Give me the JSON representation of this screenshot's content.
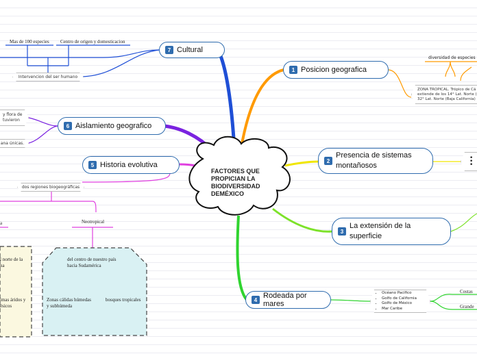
{
  "center": {
    "title": "FACTORES QUE PROPICIAN LA BIODIVERSIDAD DEMÉXICO"
  },
  "topics": [
    {
      "num": "1",
      "label": "Posicion geografica"
    },
    {
      "num": "2",
      "label": "Presencia de sistemas montañosos"
    },
    {
      "num": "3",
      "label": "La extensión de la superficie"
    },
    {
      "num": "4",
      "label": "Rodeada por mares"
    },
    {
      "num": "5",
      "label": "Historia evolutiva"
    },
    {
      "num": "6",
      "label": "Aislamiento geografico"
    },
    {
      "num": "7",
      "label": "Cultural"
    }
  ],
  "cultural": {
    "mas_100": "Mas de 100 especies",
    "centro_origen": "Centro de origen y domesticacion",
    "intervencion": "Intervencion del ser humano"
  },
  "aislamiento": {
    "flora_line1": "y flora de",
    "flora_line2": "tuvieron",
    "unicas": "ana  únicas."
  },
  "historia": {
    "regiones": "dos regiones biogeográficas",
    "left_region": "a",
    "neotropical": "Neotropical",
    "left_box_line1": "l norte de la",
    "left_box_line2": "na",
    "left_box_line3": "imas áridos y",
    "left_box_line4": "ésicos",
    "neo_desc_line1": "del centro de nuestro país",
    "neo_desc_line2": "hacia Sudamérica",
    "zonas_line1": "Zonas  cálidas húmedas",
    "zonas_line2": "y subhúmeda",
    "bosques": "bosques tropicales"
  },
  "posicion": {
    "diversidad": "diversidad de especies",
    "zona_line1": "ZONA TROPICAL. Trópico de Cá",
    "zona_line2": "extiende de los 14° Lat. Norte (",
    "zona_line3": "32° Lat. Norte (Baja California)"
  },
  "mares": {
    "list": [
      "Océano Pacifico",
      "Golfo de California",
      "Golfo de México",
      "Mar Caribe"
    ],
    "costas": "Costas",
    "grande": "Grande"
  },
  "colors": {
    "cultural": "#1f4fd6",
    "posicion": "#ff9a00",
    "montanas": "#f0e600",
    "superficie": "#7de22a",
    "mares": "#30d430",
    "historia": "#e040e0",
    "aislamiento": "#7a22e0",
    "node_border": "#2f6cae",
    "left_box": "#fbf8e0",
    "neo_box": "#d9f1f3"
  }
}
